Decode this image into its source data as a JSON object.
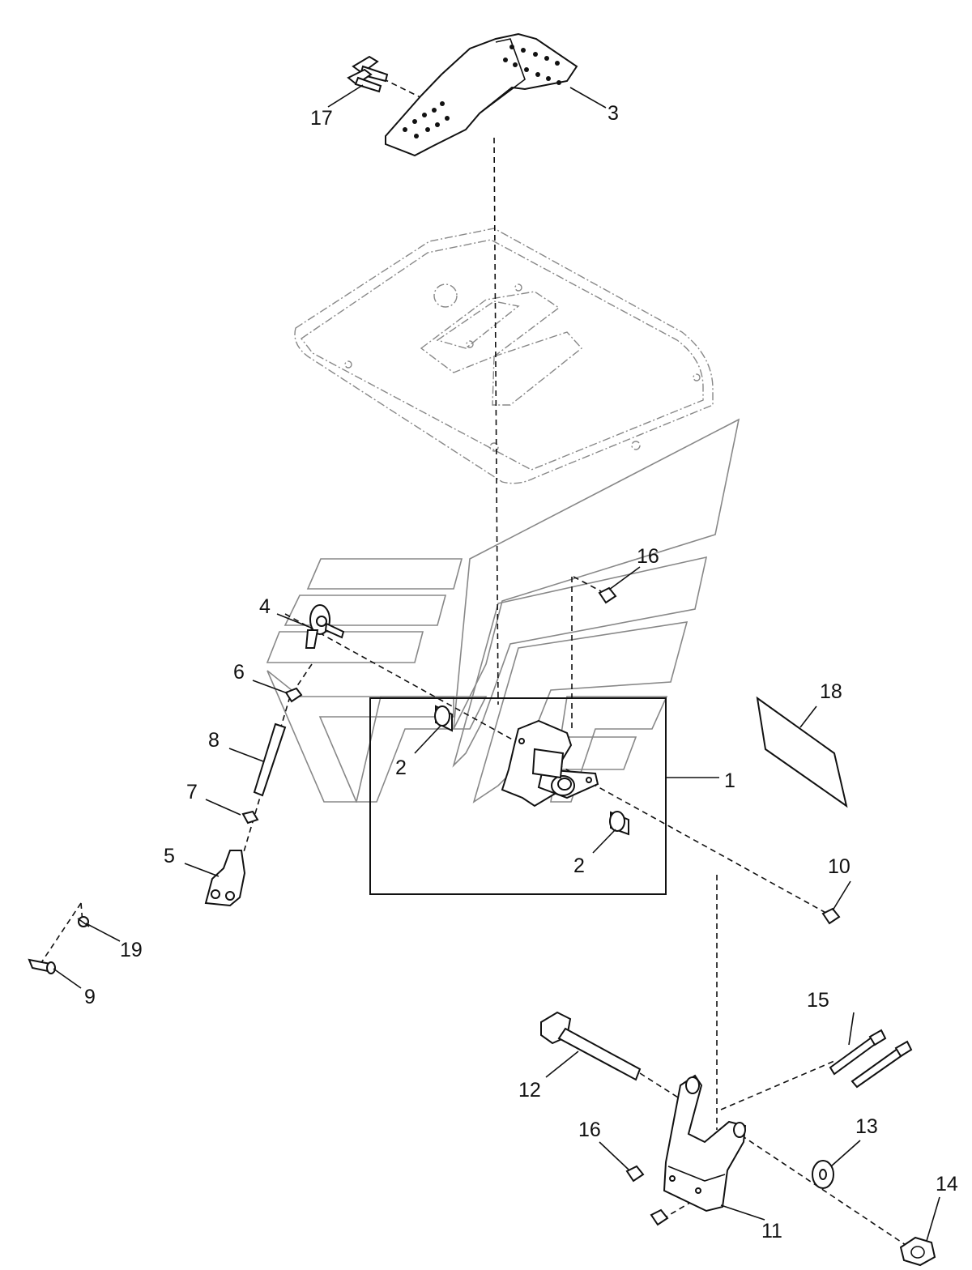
{
  "diagram": {
    "callouts": {
      "c1": "1",
      "c2a": "2",
      "c2b": "2",
      "c3": "3",
      "c4": "4",
      "c5": "5",
      "c6": "6",
      "c7": "7",
      "c8": "8",
      "c9": "9",
      "c10": "10",
      "c11": "11",
      "c12": "12",
      "c13": "13",
      "c14": "14",
      "c15": "15",
      "c16a": "16",
      "c16b": "16",
      "c17": "17",
      "c18": "18",
      "c19": "19"
    },
    "colors": {
      "linework": "#111111",
      "ghost_outline": "#888888",
      "background": "#ffffff"
    }
  }
}
